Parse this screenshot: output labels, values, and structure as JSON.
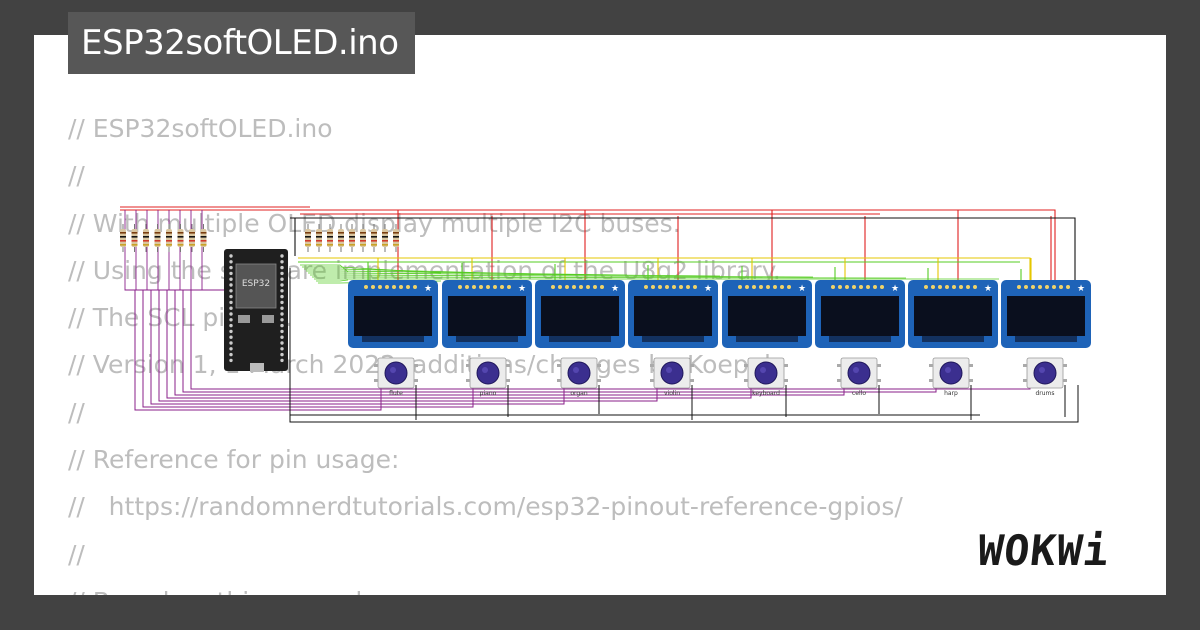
{
  "title": "ESP32softOLED.ino",
  "code_lines": [
    "// ESP32softOLED.ino",
    "//",
    "// With multiple OLED display multiple I2C buses.",
    "// Using the software implementation of the U8g2 library.",
    "// The SCL pin D...",
    "// Version 1, 1 March 2022, additions/changes by Koepel",
    "//",
    "// Reference for pin usage:",
    "//   https://randomnerdtutorials.com/esp32-pinout-reference-gpios/",
    "//",
    "// Based on this example..."
  ],
  "diagram": {
    "board_label": "ESP32",
    "oled_count": 8,
    "buttons": [
      "flute",
      "piano",
      "organ",
      "violin",
      "keyboard",
      "cello",
      "harp",
      "drums"
    ],
    "colors": {
      "oled_board": "#1e63b8",
      "button_cap": "#3b2f8f",
      "wire_red": "#e02020",
      "wire_green": "#55cc22",
      "wire_yellow": "#e5c700",
      "wire_purple": "#8a1f8a",
      "wire_black": "#111111"
    }
  },
  "logo_text": "WOKWi"
}
